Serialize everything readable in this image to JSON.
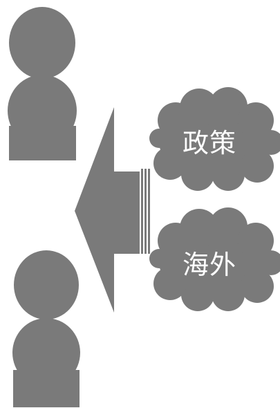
{
  "colors": {
    "shape_fill": "#7a7a7a",
    "background": "#ffffff",
    "label_text": "#ffffff"
  },
  "icons": {
    "person_top": "person-icon",
    "person_bottom": "person-icon",
    "arrow": "left-arrow",
    "cloud_top": "cloud-icon",
    "cloud_bottom": "cloud-icon"
  },
  "clouds": {
    "top_label": "政策",
    "bottom_label": "海外"
  }
}
